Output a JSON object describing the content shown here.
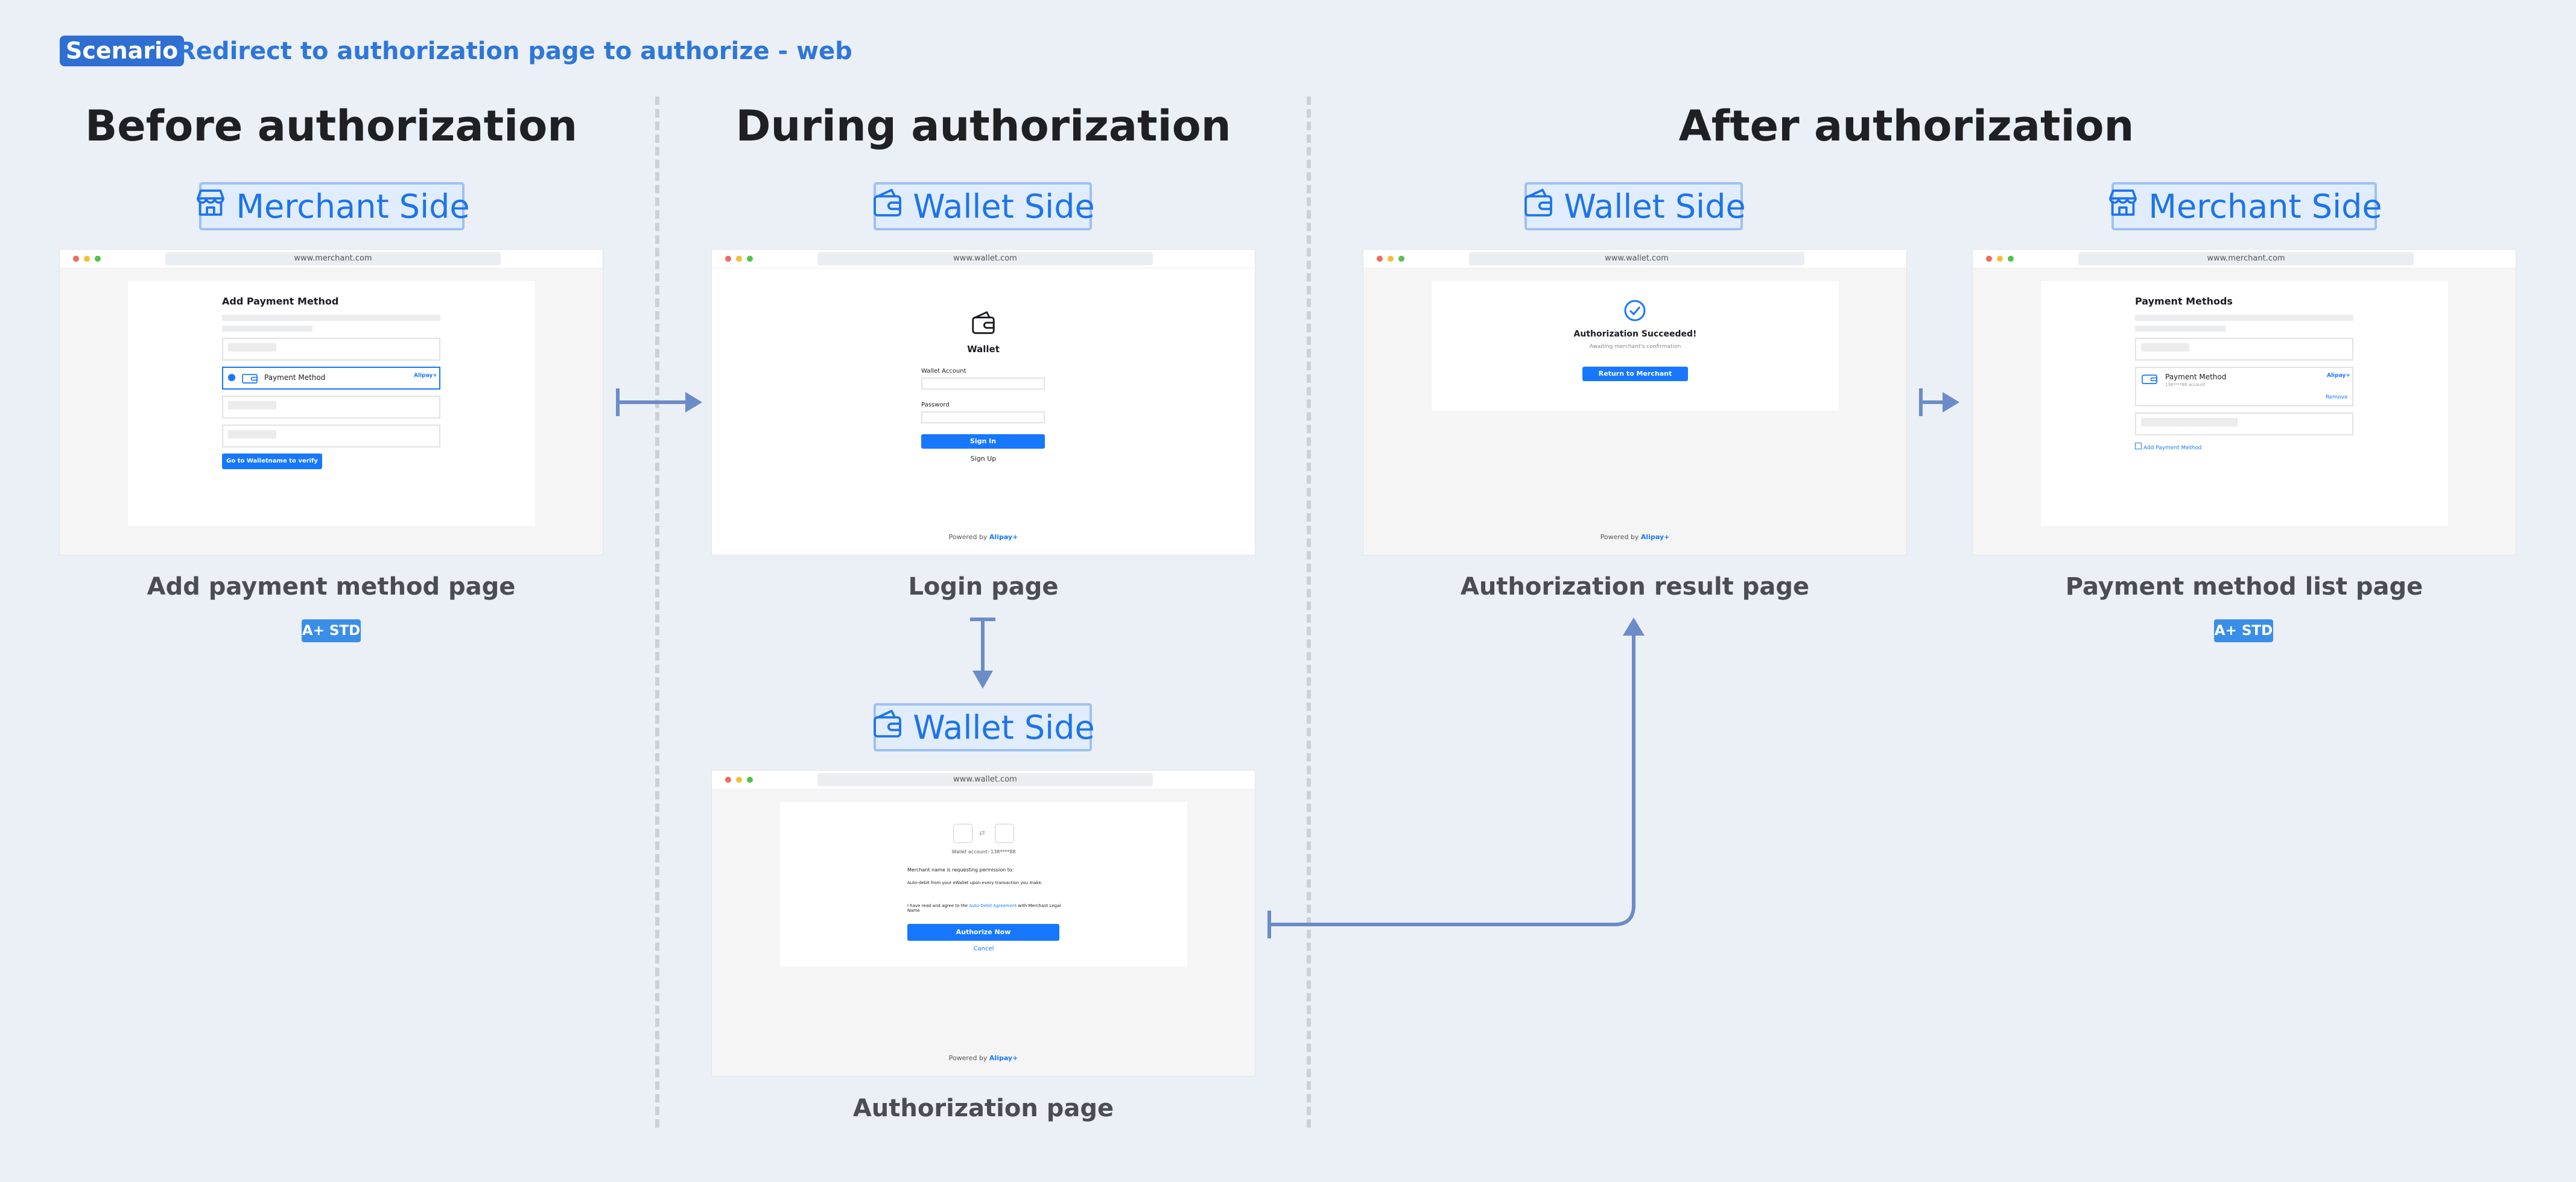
{
  "scenario": {
    "badge": "Scenario",
    "title": "Redirect to authorization page to authorize - web"
  },
  "columns": {
    "before": "Before authorization",
    "during": "During authorization",
    "after": "After authorization"
  },
  "badges": {
    "merchant_side": "Merchant Side",
    "wallet_side": "Wallet Side",
    "std": "A+ STD"
  },
  "pages": {
    "add_payment": {
      "caption": "Add payment method page",
      "url": "www.merchant.com",
      "heading": "Add Payment Method",
      "option_label": "Payment Method",
      "option_brand": "Alipay+",
      "button": "Go to ​Walletname​ to verify"
    },
    "login": {
      "caption": "Login page",
      "url": "www.wallet.com",
      "wallet_name": "Wallet",
      "account_label": "Wallet Account",
      "password_label": "Password",
      "sign_in": "Sign In",
      "sign_up": "Sign Up",
      "powered_by": "Powered by",
      "powered_brand": "Alipay+"
    },
    "authorization": {
      "caption": "Authorization page",
      "url": "www.wallet.com",
      "account_line": "Wallet account: 138****88",
      "request_line": "Merchant name is requesting permission to:",
      "bullet": "Auto-debit from your eWallet upon every transaction you make.",
      "agree_prefix": "I have read and agree to the ",
      "agree_link": "Auto-Debit Agreement",
      "agree_suffix": " with Merchant Legal Name",
      "authorize": "Authorize Now",
      "cancel": "Cancel",
      "powered_by": "Powered by",
      "powered_brand": "Alipay+"
    },
    "result": {
      "caption": "Authorization result page",
      "url": "www.wallet.com",
      "title": "Authorization Succeeded!",
      "subtitle": "Awaiting merchant's confirmation",
      "button": "Return to Merchant",
      "powered_by": "Powered by",
      "powered_brand": "Alipay+"
    },
    "list": {
      "caption": "Payment method list page",
      "url": "www.merchant.com",
      "heading": "Payment Methods",
      "item_name": "Payment Method",
      "item_sub": "138****88 account",
      "item_brand": "Alipay+",
      "remove": "Remove",
      "add": "Add Payment Method"
    }
  },
  "colors": {
    "background": "#ebeff6",
    "accent": "#1d74e9",
    "arrow": "#6b8cc6"
  },
  "icons": {
    "merchant": "storefront-icon",
    "wallet": "wallet-icon"
  }
}
